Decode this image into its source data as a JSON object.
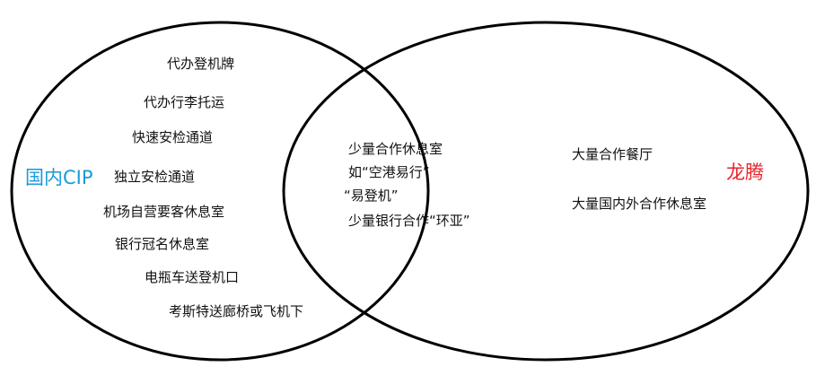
{
  "colors": {
    "outline": "#000000",
    "left_title": "#1a9ad6",
    "right_title": "#e8242c",
    "text": "#111111"
  },
  "sets": {
    "left": {
      "title": "国内CIP",
      "items": [
        "代办登机牌",
        "代办行李托运",
        "快速安检通道",
        "独立安检通道",
        "机场自营要客休息室",
        "银行冠名休息室",
        "电瓶车送登机口",
        "考斯特送廊桥或飞机下"
      ]
    },
    "overlap": {
      "items": [
        "少量合作休息室",
        "如“空港易行”",
        "“易登机”",
        "少量银行合作“环亚”"
      ]
    },
    "right": {
      "title": "龙腾",
      "items": [
        "大量合作餐厅",
        "大量国内外合作休息室"
      ]
    }
  }
}
